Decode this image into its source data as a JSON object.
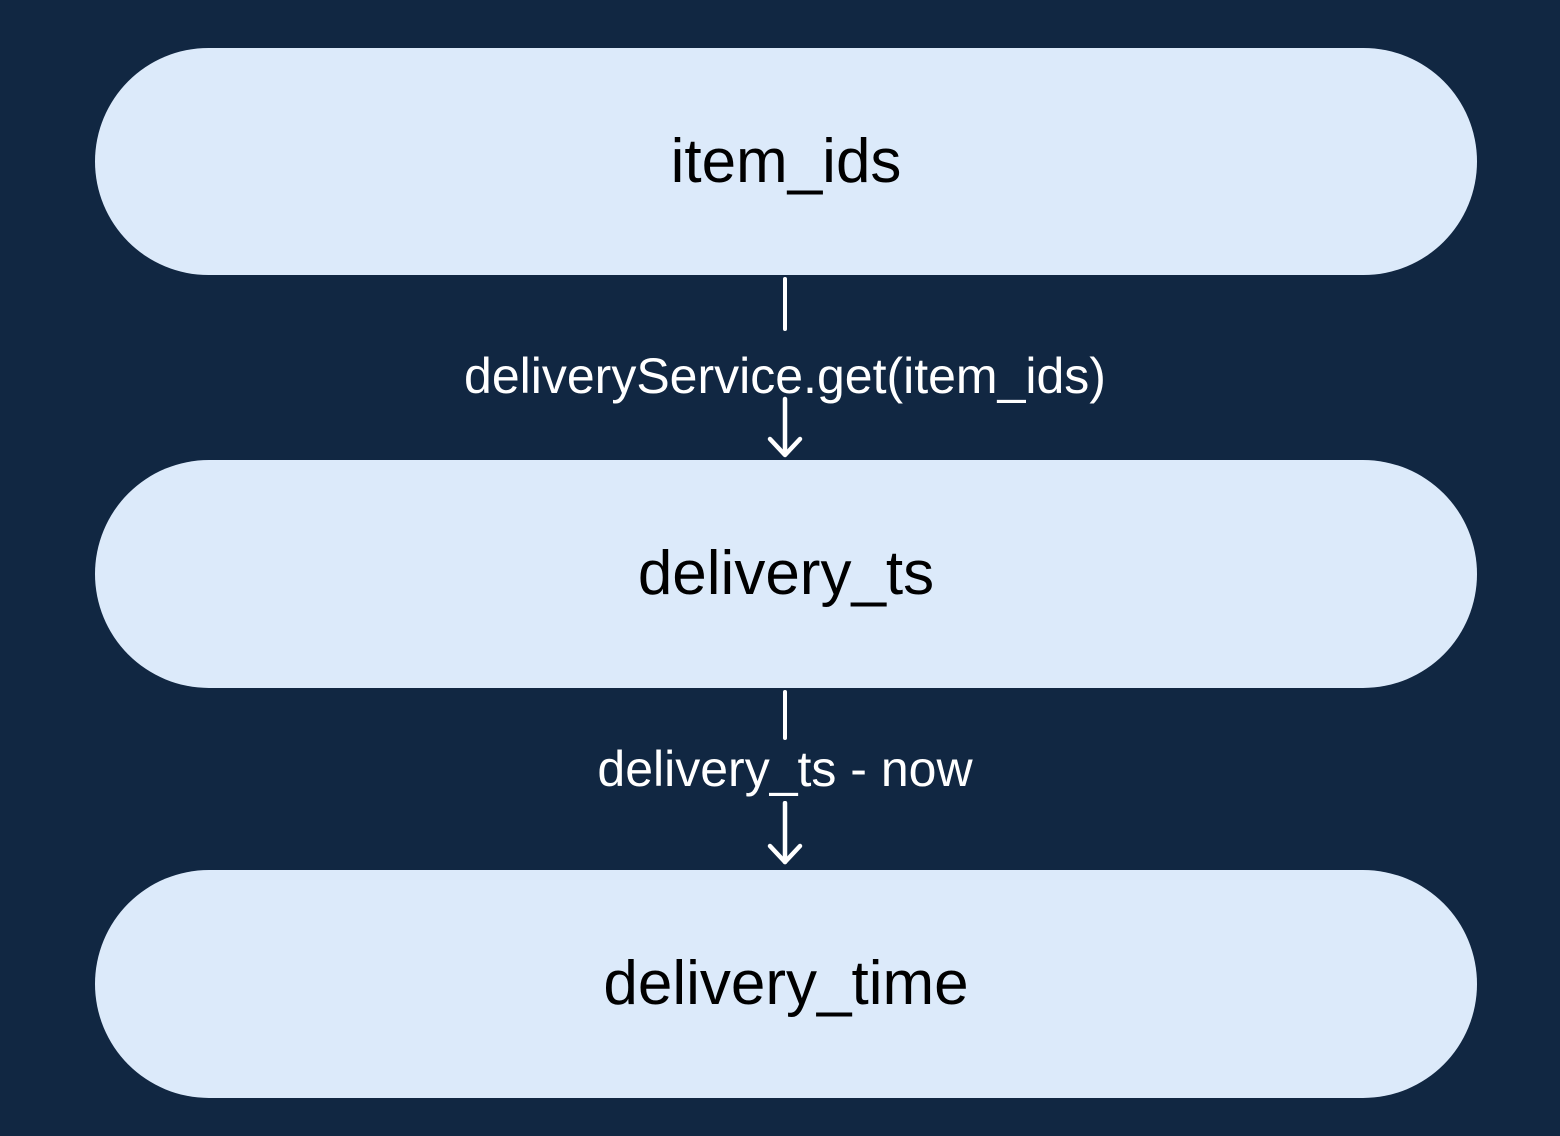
{
  "diagram": {
    "type": "flowchart",
    "direction": "top-down",
    "nodes": [
      {
        "id": "item_ids",
        "label": "item_ids"
      },
      {
        "id": "delivery_ts",
        "label": "delivery_ts"
      },
      {
        "id": "delivery_time",
        "label": "delivery_time"
      }
    ],
    "edges": [
      {
        "from": "item_ids",
        "to": "delivery_ts",
        "label": "deliveryService.get(item_ids)"
      },
      {
        "from": "delivery_ts",
        "to": "delivery_time",
        "label": "delivery_ts - now"
      }
    ]
  },
  "theme": {
    "background_color": "#112742",
    "node_fill_color": "#dceafa",
    "node_text_color": "#000000",
    "edge_color": "#ffffff"
  }
}
